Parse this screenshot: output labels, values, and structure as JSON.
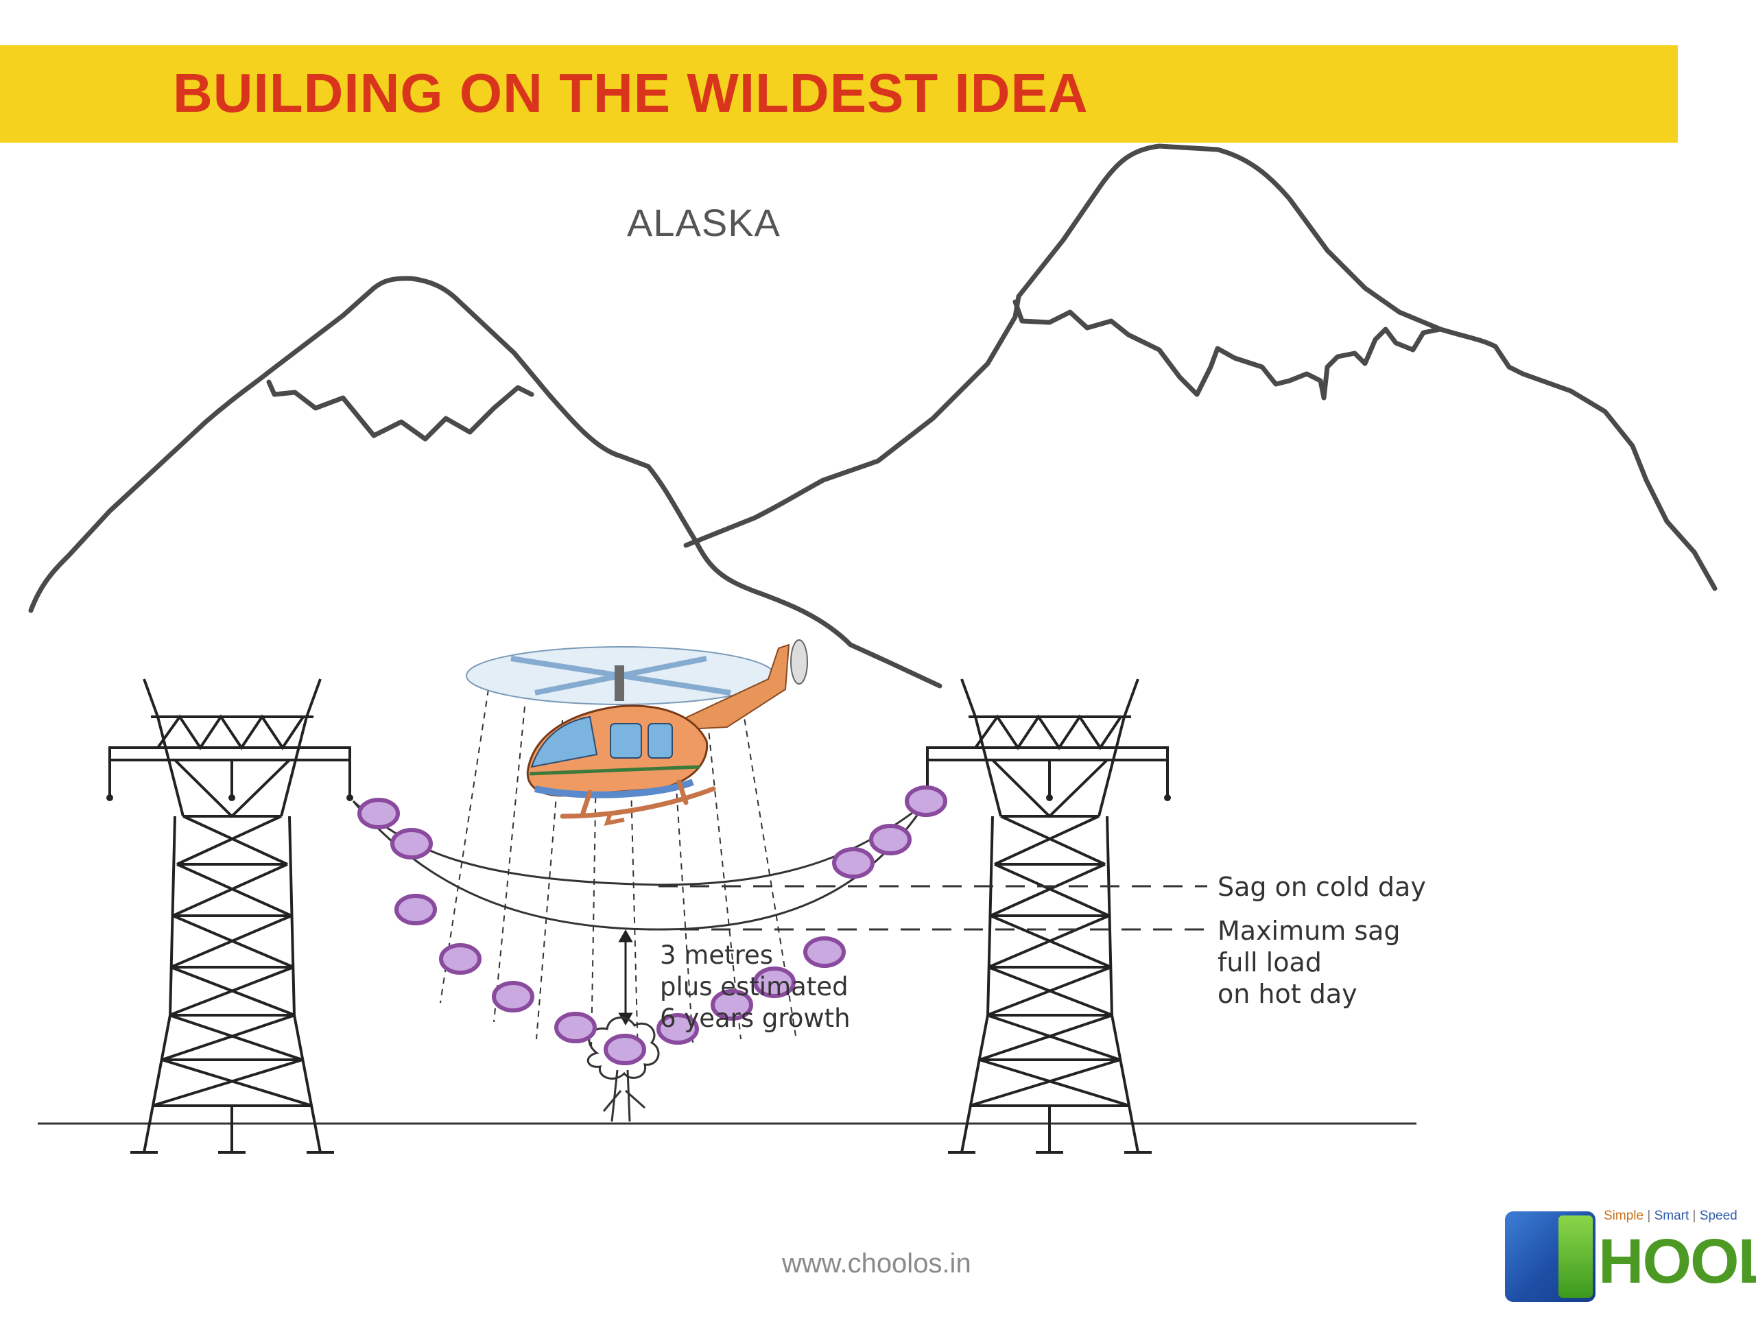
{
  "banner": {
    "title": "BUILDING ON THE WILDEST IDEA"
  },
  "scene": {
    "region": "ALASKA",
    "labels": {
      "sag_cold": "Sag on cold day",
      "max_sag_lines": [
        "Maximum sag",
        "full load",
        "on hot day"
      ],
      "clearance_lines": [
        "3 metres",
        "plus estimated",
        "6 years growth"
      ]
    }
  },
  "footer": {
    "url": "www.choolos.in",
    "logo": {
      "word": "HOOLS",
      "tagline": [
        "Simple",
        "Smart",
        "Speed"
      ]
    }
  },
  "colors": {
    "banner": "#f5d21d",
    "title": "#d9351c",
    "outline": "#4a4a4a",
    "bead_fill": "#c9a9e0",
    "bead_stroke": "#8a4a9e"
  },
  "icons": [
    "helicopter-icon",
    "power-tower-icon",
    "tree-icon",
    "mountain-icon"
  ]
}
